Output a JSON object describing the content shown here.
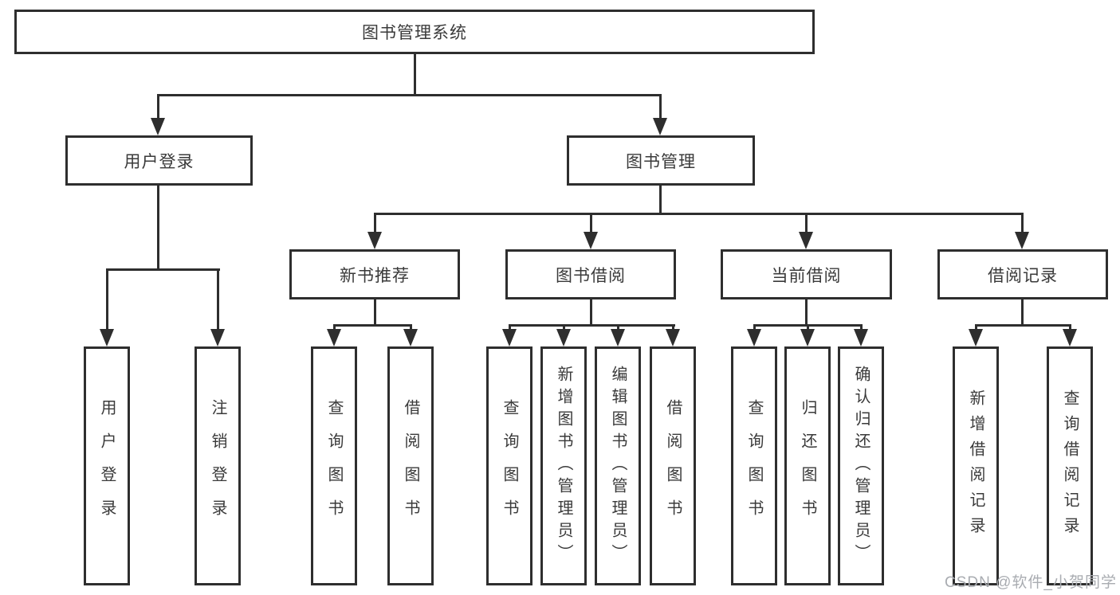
{
  "diagram_type": "tree",
  "root": {
    "label": "图书管理系统",
    "children": [
      {
        "label": "用户登录",
        "children": [
          {
            "label": "用户登录"
          },
          {
            "label": "注销登录"
          }
        ]
      },
      {
        "label": "图书管理",
        "children": [
          {
            "label": "新书推荐",
            "children": [
              {
                "label": "查询图书"
              },
              {
                "label": "借阅图书"
              }
            ]
          },
          {
            "label": "图书借阅",
            "children": [
              {
                "label": "查询图书"
              },
              {
                "label": "新增图书（管理员）"
              },
              {
                "label": "编辑图书（管理员）"
              },
              {
                "label": "借阅图书"
              }
            ]
          },
          {
            "label": "当前借阅",
            "children": [
              {
                "label": "查询图书"
              },
              {
                "label": "归还图书"
              },
              {
                "label": "确认归还（管理员）"
              }
            ]
          },
          {
            "label": "借阅记录",
            "children": [
              {
                "label": "新增借阅记录"
              },
              {
                "label": "查询借阅记录"
              }
            ]
          }
        ]
      }
    ]
  },
  "watermark": {
    "text": "CSDN @软件_小贺同学"
  },
  "colors": {
    "line": "#2e2e2e",
    "text": "#3a3a3a",
    "background": "#ffffff",
    "watermark": "#a9acb1"
  }
}
